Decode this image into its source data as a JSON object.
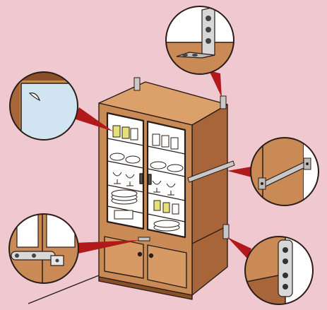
{
  "illustration": {
    "subject": "cabinet-earthquake-safety",
    "colors": {
      "background": "#efc9cf",
      "wood": "#c98a55",
      "wood_dark": "#8a4f27",
      "wood_light": "#dca06a",
      "outline": "#2a1d18",
      "glass": "#ffffff",
      "film": "#a9cde8",
      "metal": "#c8c8c8"
    },
    "callouts": [
      {
        "id": "glass-film",
        "icon": "glass-film-icon"
      },
      {
        "id": "l-bracket-top",
        "icon": "l-bracket-icon"
      },
      {
        "id": "side-strap",
        "icon": "strap-bracket-icon"
      },
      {
        "id": "door-latch",
        "icon": "door-latch-icon"
      },
      {
        "id": "plate-connector",
        "icon": "plate-connector-icon"
      }
    ]
  }
}
